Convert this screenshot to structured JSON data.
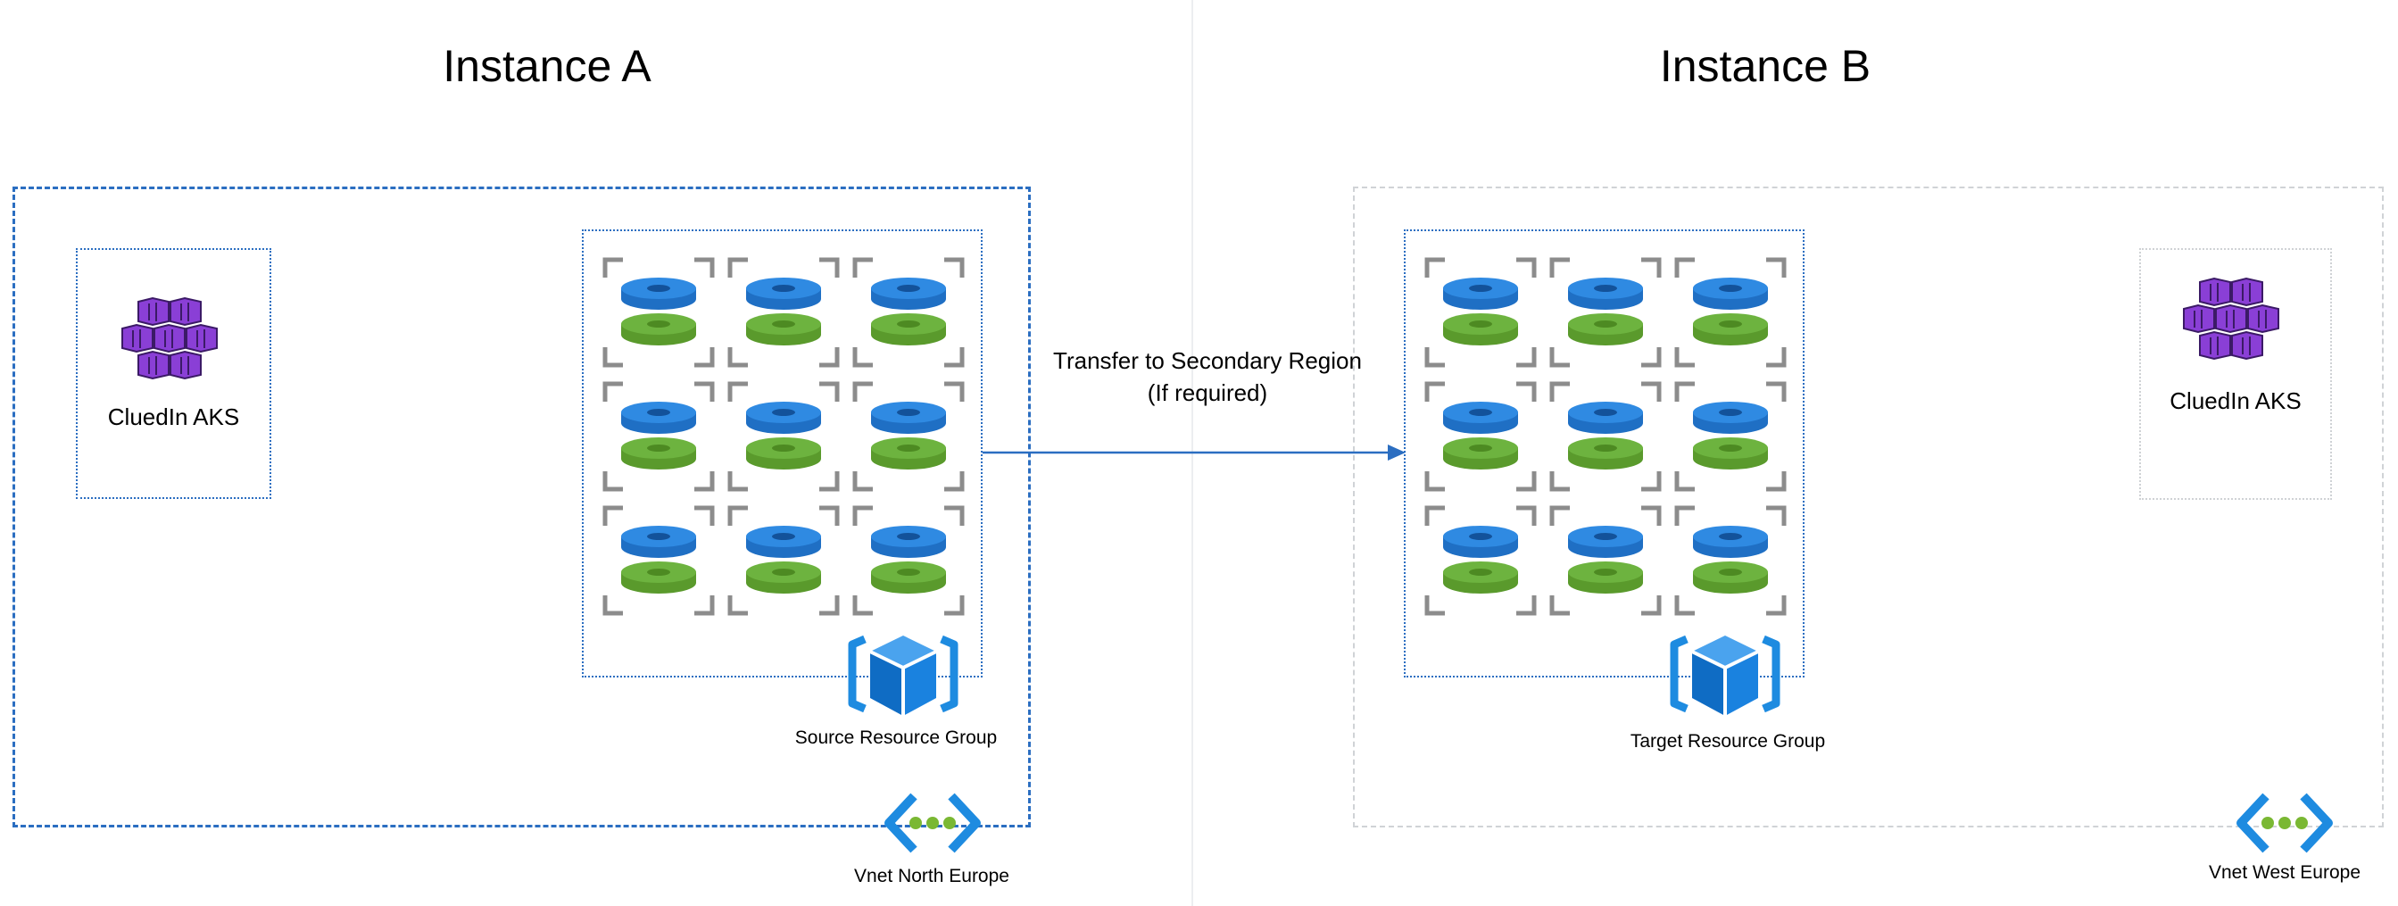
{
  "instances": {
    "a": {
      "title": "Instance A"
    },
    "b": {
      "title": "Instance B"
    }
  },
  "aks_a": {
    "label": "CluedIn AKS",
    "icon": "aks-icon"
  },
  "aks_b": {
    "label": "CluedIn AKS",
    "icon": "aks-icon"
  },
  "source_group": {
    "label": "Source Resource Group",
    "icon": "resource-group-icon",
    "db_count": 9
  },
  "target_group": {
    "label": "Target Resource Group",
    "icon": "resource-group-icon",
    "db_count": 9
  },
  "transfer": {
    "line1": "Transfer to Secondary Region",
    "line2": "(If required)"
  },
  "vnet_a": {
    "label": "Vnet North Europe",
    "icon": "vnet-icon"
  },
  "vnet_b": {
    "label": "Vnet West Europe",
    "icon": "vnet-icon"
  },
  "colors": {
    "accent_blue": "#2b6ec1",
    "db_top": "#2f8ae2",
    "db_bottom": "#6db33f",
    "aks_purple": "#8a3fd6",
    "vnet_blue": "#1e8be0",
    "vnet_green": "#7ab833",
    "divider": "#e5e7ea"
  }
}
